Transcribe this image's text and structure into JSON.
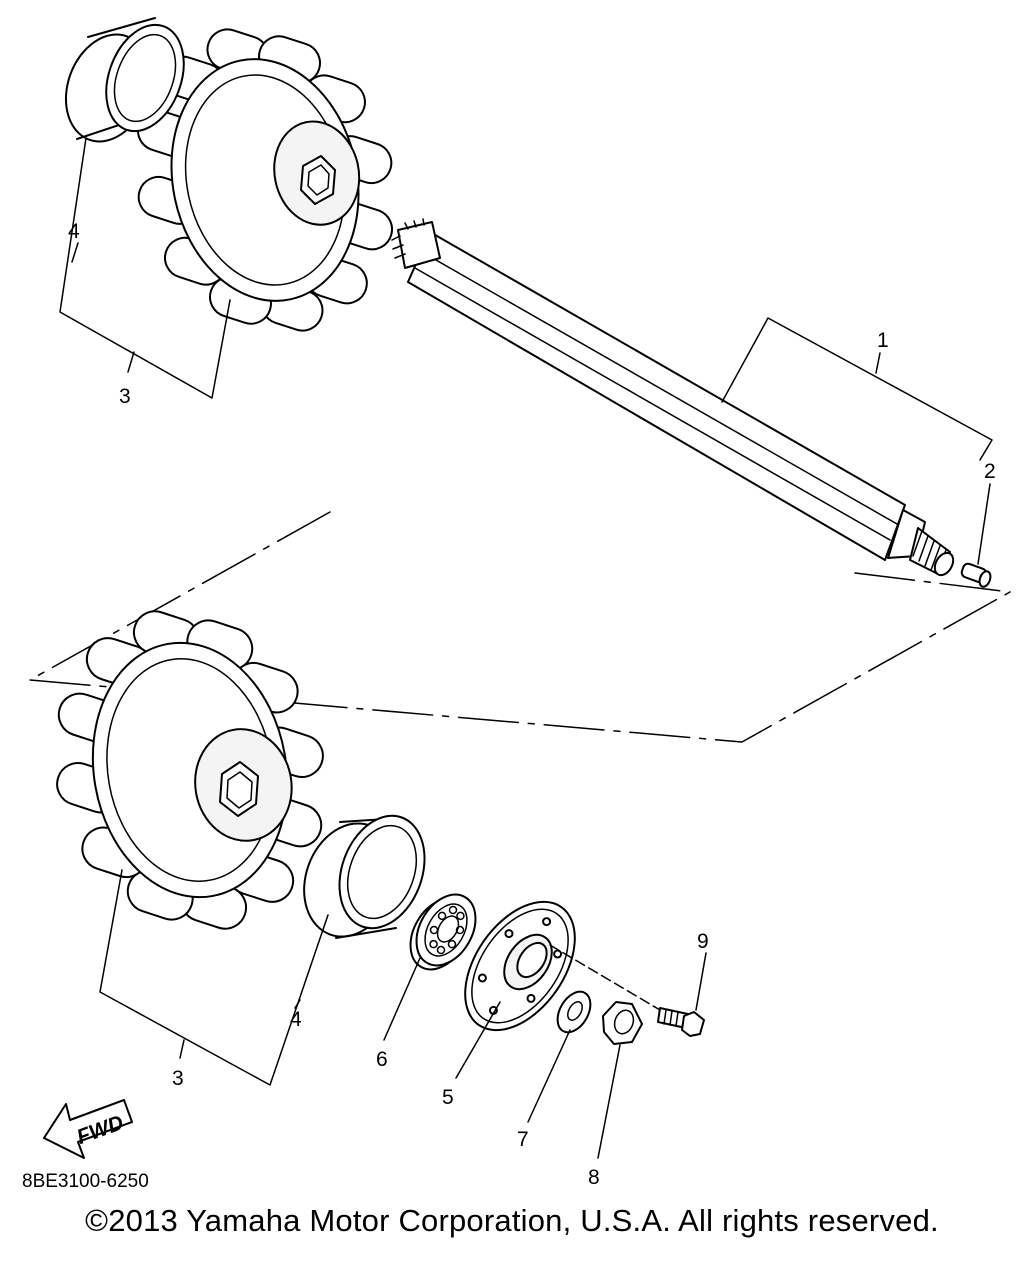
{
  "diagram": {
    "part_labels": {
      "p1": "1",
      "p2": "2",
      "p3_top": "3",
      "p4_top": "4",
      "p3_bottom": "3",
      "p4_bottom": "4",
      "p5": "5",
      "p6": "6",
      "p7": "7",
      "p8": "8",
      "p9": "9"
    },
    "fwd_arrow_text": "FWD",
    "diagram_code": "8BE3100-6250"
  },
  "footer": {
    "copyright": "©2013 Yamaha Motor Corporation, U.S.A. All rights reserved."
  }
}
